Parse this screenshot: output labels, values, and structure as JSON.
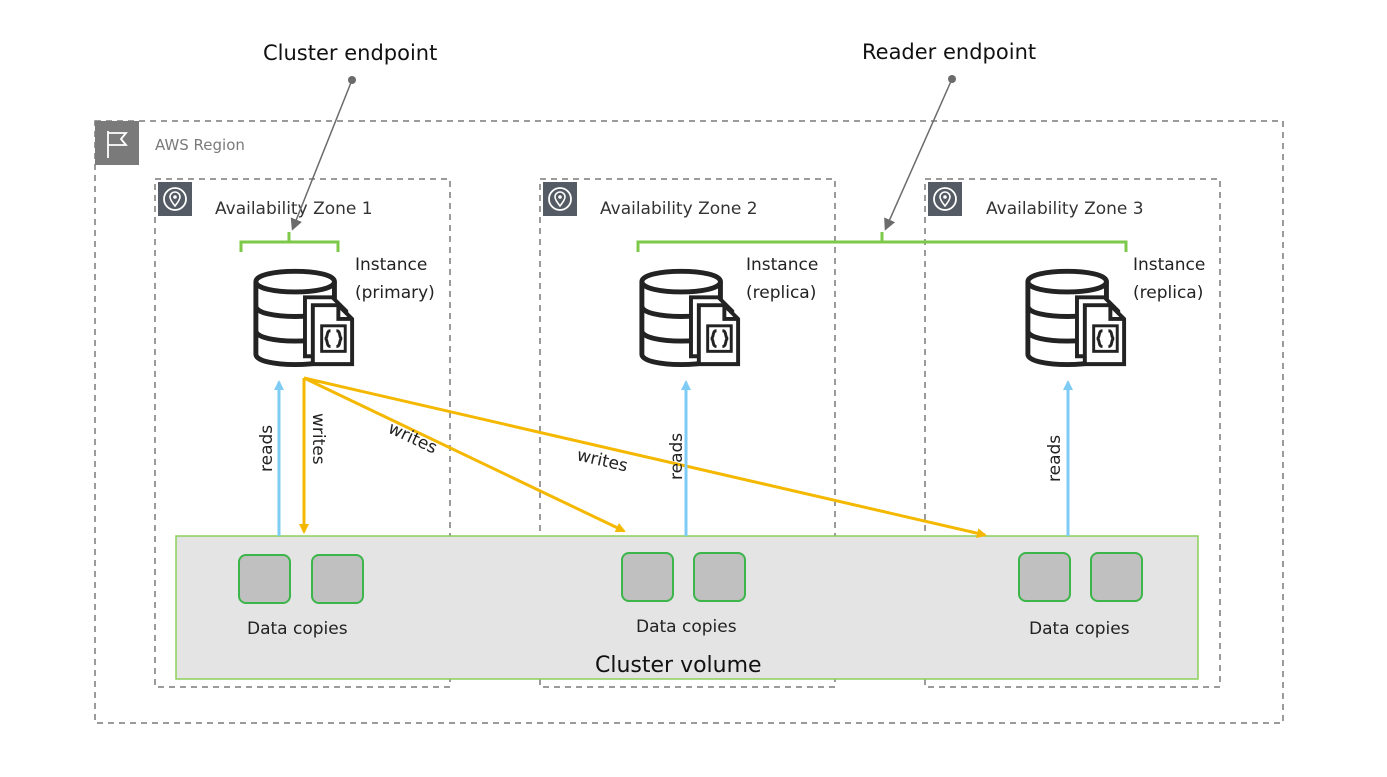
{
  "endpoints": {
    "cluster": "Cluster endpoint",
    "reader": "Reader endpoint"
  },
  "region": {
    "label": "AWS Region"
  },
  "zones": [
    {
      "label": "Availability Zone 1",
      "instance_line1": "Instance",
      "instance_line2": "(primary)",
      "reads_label": "reads",
      "data_copies_label": "Data copies"
    },
    {
      "label": "Availability Zone 2",
      "instance_line1": "Instance",
      "instance_line2": "(replica)",
      "reads_label": "reads",
      "data_copies_label": "Data copies"
    },
    {
      "label": "Availability Zone 3",
      "instance_line1": "Instance",
      "instance_line2": "(replica)",
      "reads_label": "reads",
      "data_copies_label": "Data copies"
    }
  ],
  "writes_labels": [
    "writes",
    "writes",
    "writes"
  ],
  "cluster_volume_label": "Cluster volume",
  "colors": {
    "writes": "#f5b800",
    "reads": "#7ecbf3",
    "endpoint_bracket": "#7ec94a",
    "volume_fill": "#e4e4e4",
    "volume_border": "#8ccf5a",
    "data_copy_fill": "#c0c0c0",
    "data_copy_border": "#3cb54a",
    "dashed_border": "#7a7a7a",
    "icon_dark": "#232323",
    "zone_icon_bg": "#545b64"
  },
  "icons": {
    "region": "flag-icon",
    "zone": "location-pin-icon",
    "instance": "database-document-icon"
  }
}
